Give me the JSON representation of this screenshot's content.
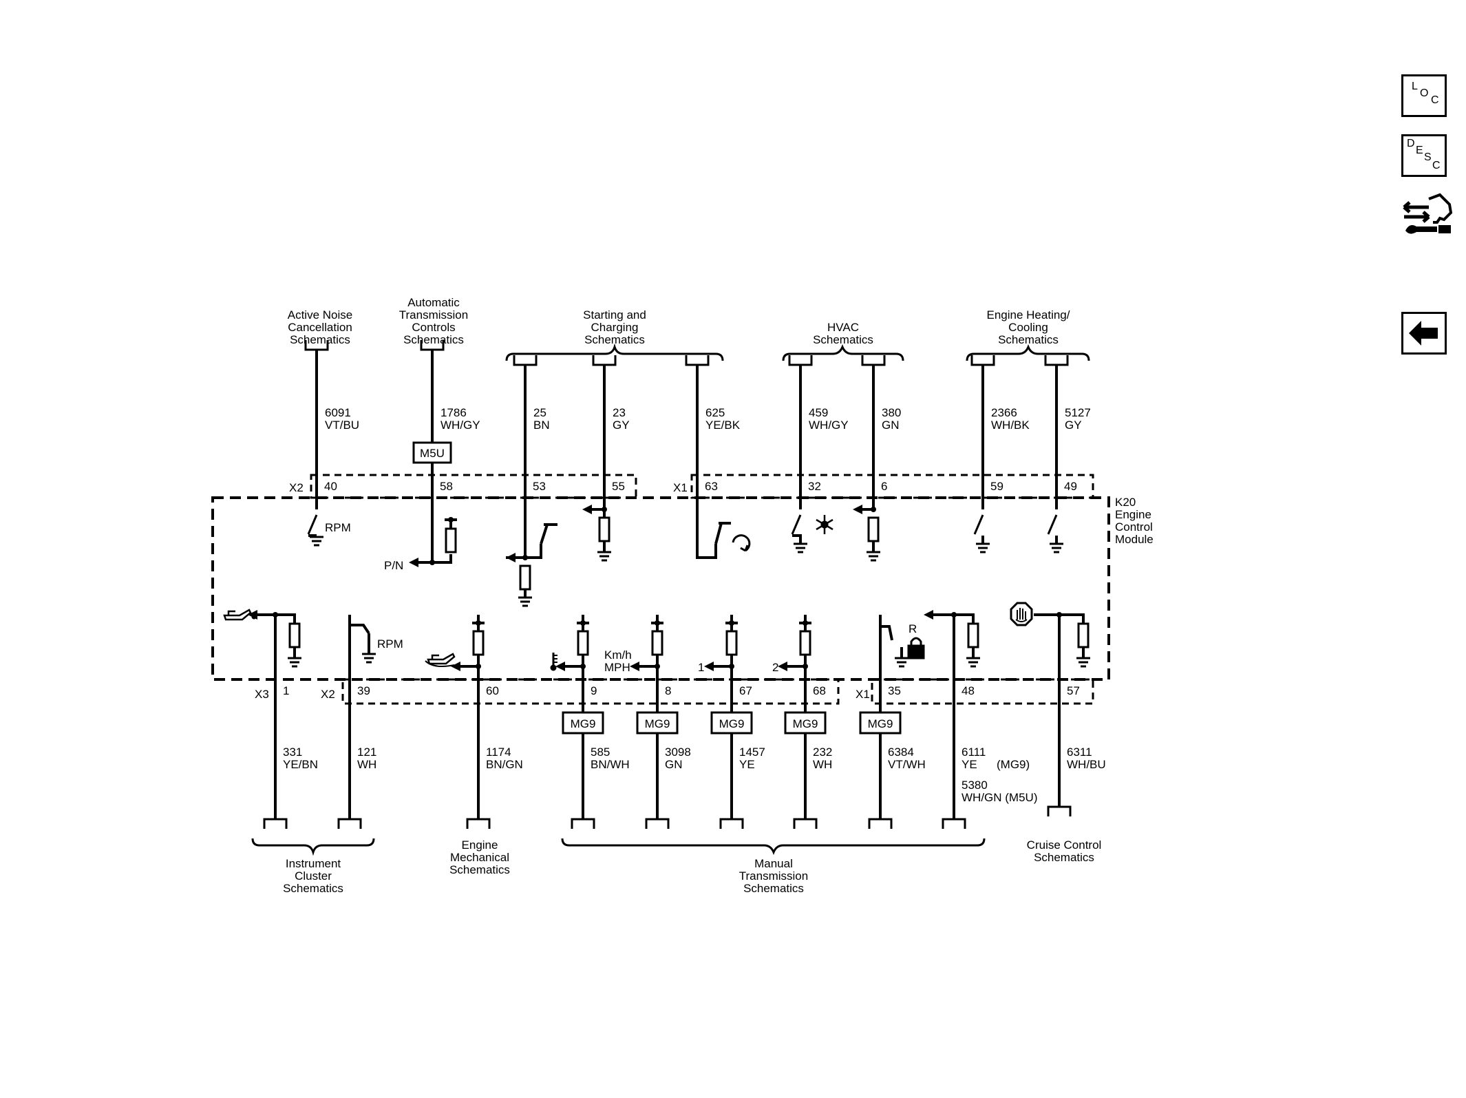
{
  "side_buttons": {
    "loc": [
      "L",
      "O",
      "C"
    ],
    "desc": [
      "D",
      "E",
      "S",
      "C"
    ]
  },
  "top_destinations": [
    "Active Noise Cancellation Schematics",
    "Automatic Transmission Controls Schematics",
    "Starting and Charging Schematics",
    "HVAC Schematics",
    "Engine Heating/ Cooling Schematics"
  ],
  "bottom_destinations": [
    "Instrument Cluster Schematics",
    "Engine Mechanical Schematics",
    "Manual Transmission Schematics",
    "Cruise Control Schematics"
  ],
  "module": "K20 Engine Control Module",
  "connectors": {
    "x1": "X1",
    "x2": "X2",
    "x3": "X3"
  },
  "option_codes": {
    "m5u": "M5U",
    "mg9": "MG9"
  },
  "top_circuits": [
    {
      "circuit": "6091",
      "color": "VT/BU",
      "pin": "40"
    },
    {
      "circuit": "1786",
      "color": "WH/GY",
      "pin": "58"
    },
    {
      "circuit": "25",
      "color": "BN",
      "pin": "53"
    },
    {
      "circuit": "23",
      "color": "GY",
      "pin": "55"
    },
    {
      "circuit": "625",
      "color": "YE/BK",
      "pin": "63"
    },
    {
      "circuit": "459",
      "color": "WH/GY",
      "pin": "32"
    },
    {
      "circuit": "380",
      "color": "GN",
      "pin": "6"
    },
    {
      "circuit": "2366",
      "color": "WH/BK",
      "pin": "59"
    },
    {
      "circuit": "5127",
      "color": "GY",
      "pin": "49"
    }
  ],
  "bottom_circuits": [
    {
      "circuit": "331",
      "color": "YE/BN",
      "pin": "1"
    },
    {
      "circuit": "121",
      "color": "WH",
      "pin": "39"
    },
    {
      "circuit": "1174",
      "color": "BN/GN",
      "pin": "60"
    },
    {
      "circuit": "585",
      "color": "BN/WH",
      "pin": "9"
    },
    {
      "circuit": "3098",
      "color": "GN",
      "pin": "8"
    },
    {
      "circuit": "1457",
      "color": "YE",
      "pin": "67"
    },
    {
      "circuit": "232",
      "color": "WH",
      "pin": "68"
    },
    {
      "circuit": "6384",
      "color": "VT/WH",
      "pin": "35"
    },
    {
      "circuit": "6111",
      "color": "YE",
      "pin": "48",
      "note": "(MG9)",
      "alt_circuit": "5380",
      "alt_color": "WH/GN",
      "alt_note": "(M5U)"
    },
    {
      "circuit": "6311",
      "color": "WH/BU",
      "pin": "57"
    }
  ],
  "internal_labels": {
    "rpm_top": "RPM",
    "pn": "P/N",
    "rpm_bottom": "RPM",
    "speed_unit_1": "Km/h",
    "speed_unit_2": "MPH",
    "gear_1": "1",
    "gear_2": "2",
    "reverse": "R"
  }
}
